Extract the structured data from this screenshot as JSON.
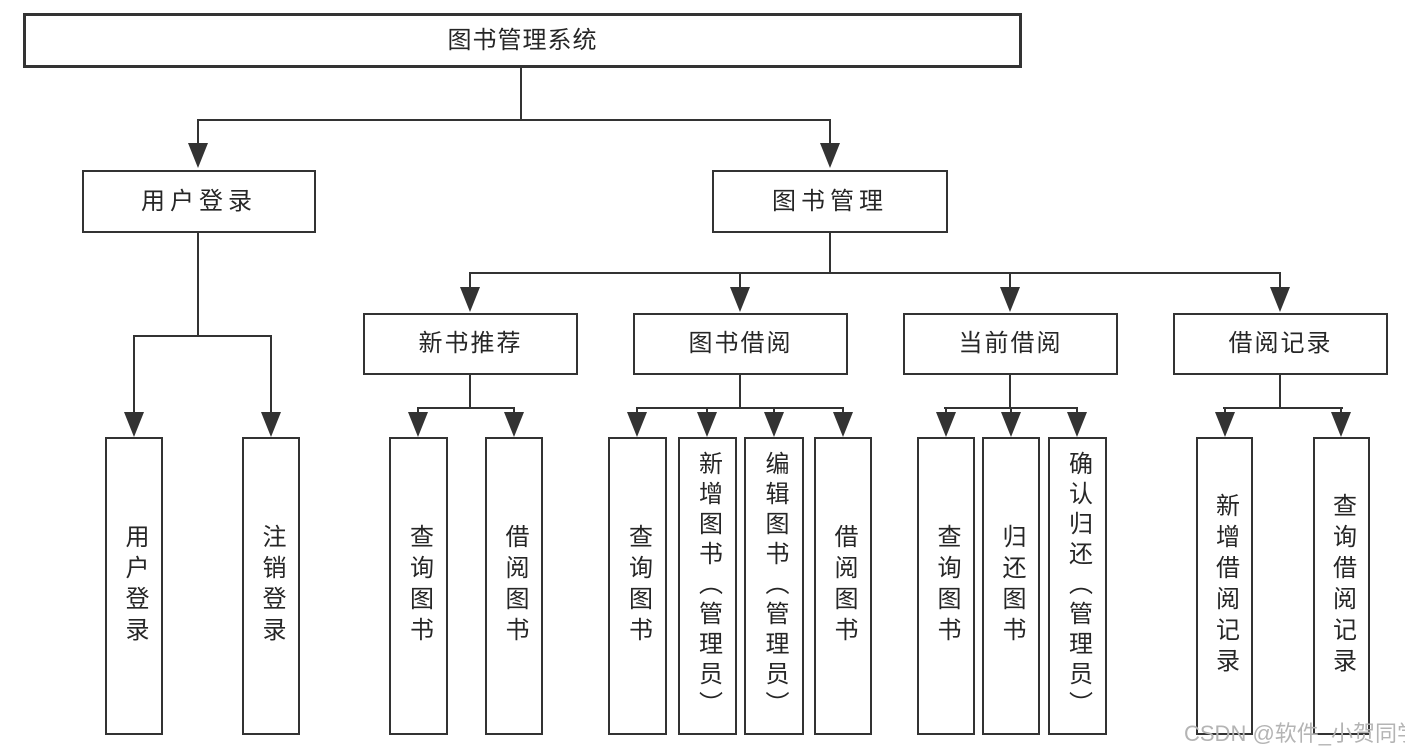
{
  "diagram": {
    "nodes": {
      "root": "图书管理系统",
      "user_login": "用户登录",
      "book_mgmt": "图书管理",
      "new_book_rec": "新书推荐",
      "book_borrow": "图书借阅",
      "current_borrow": "当前借阅",
      "borrow_records": "借阅记录",
      "leaf_user_login": "用户登录",
      "leaf_logout": "注销登录",
      "leaf_query_book_rec": "查询图书",
      "leaf_borrow_book_rec": "借阅图书",
      "leaf_query_book_borrow": "查询图书",
      "leaf_add_book_admin": "新增图书（管理员）",
      "leaf_edit_book_admin": "编辑图书（管理员）",
      "leaf_borrow_book_borrow": "借阅图书",
      "leaf_query_book_current": "查询图书",
      "leaf_return_book": "归还图书",
      "leaf_confirm_return_admin": "确认归还（管理员）",
      "leaf_add_borrow_record": "新增借阅记录",
      "leaf_query_borrow_record": "查询借阅记录"
    },
    "colors": {
      "line": "#333333",
      "text": "#262626",
      "background": "#ffffff"
    }
  },
  "watermark": {
    "text": "CSDN @软件_小贺同学",
    "color": "#b4b4b4"
  }
}
